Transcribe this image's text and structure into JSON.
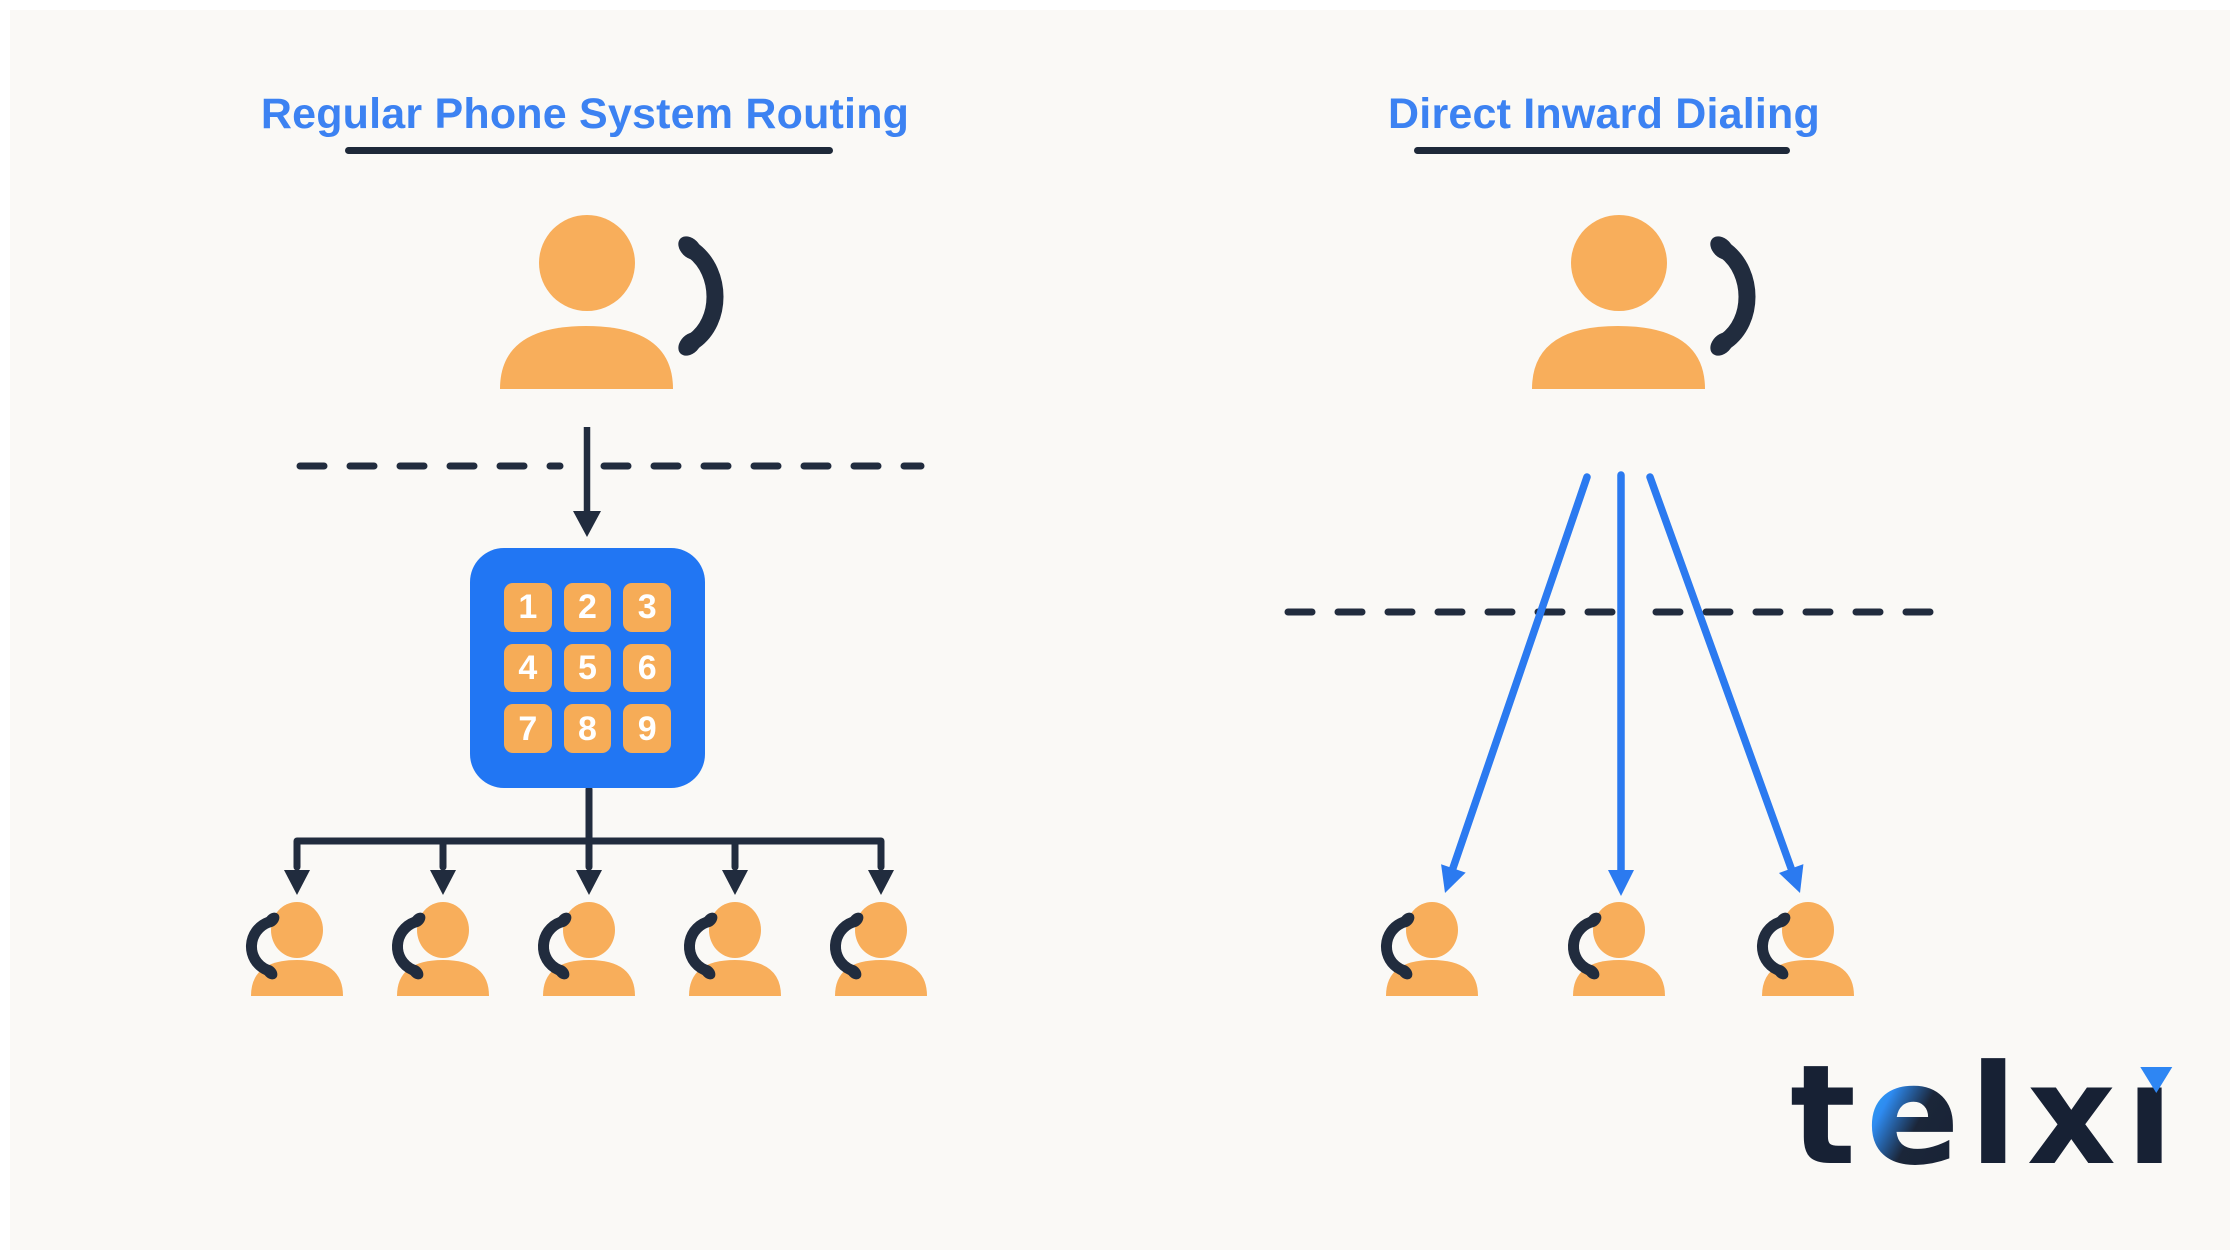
{
  "left": {
    "title": "Regular Phone System Routing",
    "keypad_digits": [
      "1",
      "2",
      "3",
      "4",
      "5",
      "6",
      "7",
      "8",
      "9"
    ],
    "agents_count": 5
  },
  "right": {
    "title": "Direct Inward Dialing",
    "agents_count": 3
  },
  "logo": {
    "brand": "telxi",
    "letters": [
      "t",
      "e",
      "l",
      "x",
      "ı"
    ]
  },
  "colors": {
    "background": "#FAF9F6",
    "title_blue": "#3C82F2",
    "keypad_blue": "#2176F3",
    "key_orange": "#F6AC57",
    "person_orange": "#F8AE5B",
    "ink_navy": "#212C3E",
    "arrow_blue": "#2B7AF0",
    "logo_navy": "#172134",
    "logo_cyan": "#2FB9F2"
  }
}
